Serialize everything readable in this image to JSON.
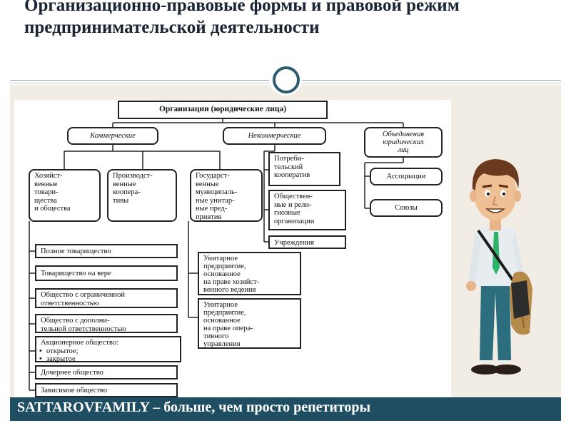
{
  "slide": {
    "title": "Организационно-правовые формы и правовой режим предпринимательской деятельности",
    "footer": "SATTAROVFAMILY – больше, чем просто репетиторы"
  },
  "diagram": {
    "root": "Организации (юридические лица)",
    "commercial": {
      "label": "Коммерческие",
      "economic": "Хозяйст-\nвенные\nтовари-\nщества\nи общества",
      "production": "Производст-\nвенные\nкоопера-\nтивы",
      "state": "Государст-\nвенные\nмуниципаль-\nные унитар-\nные пред-\nприятия",
      "forms": [
        "Полное товарищество",
        "Товарищество на вере",
        "Общество с ограниченной\nответственностью",
        "Общество с дополни-\nтельной ответственностью"
      ],
      "jsc": {
        "label": "Акционерное общество:",
        "items": [
          "открытое;",
          "закрытое"
        ]
      },
      "subsidiary": "Дочернее общество",
      "dependent": "Зависимое общество",
      "unitary": [
        "Унитарное\nпредприятие,\nоснованное\nна праве хозяйст-\nвенного ведения",
        "Унитарное\nпредприятие,\nоснованное\nна праве опера-\nтивного\nуправления"
      ]
    },
    "noncommercial": {
      "label": "Некоммерческие",
      "items": [
        "Потреби-\nтельский\nкооператив",
        "Обществен-\nные и рели-\nгиозные\nорганизации",
        "Учреждения"
      ]
    },
    "associations": {
      "label": "Объединения\nюридических\nлиц",
      "items": [
        "Ассоциации",
        "Союзы"
      ]
    }
  },
  "icons": {
    "person": "cartoon-man-with-jacket"
  }
}
